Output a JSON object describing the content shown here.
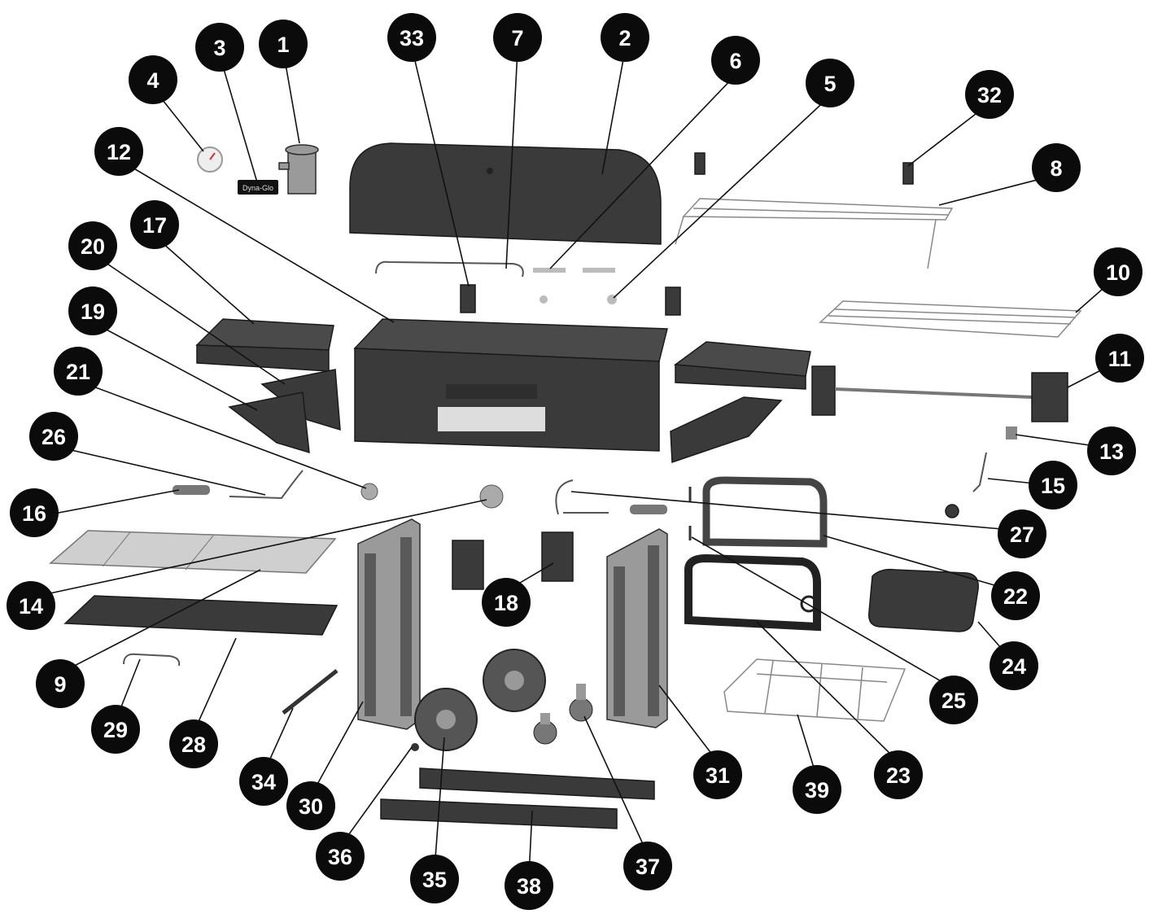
{
  "parts": [
    {
      "number": "1"
    },
    {
      "number": "2"
    },
    {
      "number": "3"
    },
    {
      "number": "4"
    },
    {
      "number": "5"
    },
    {
      "number": "6"
    },
    {
      "number": "7"
    },
    {
      "number": "8"
    },
    {
      "number": "9"
    },
    {
      "number": "10"
    },
    {
      "number": "11"
    },
    {
      "number": "12"
    },
    {
      "number": "13"
    },
    {
      "number": "14"
    },
    {
      "number": "15"
    },
    {
      "number": "16"
    },
    {
      "number": "17"
    },
    {
      "number": "18"
    },
    {
      "number": "19"
    },
    {
      "number": "20"
    },
    {
      "number": "21"
    },
    {
      "number": "22"
    },
    {
      "number": "23"
    },
    {
      "number": "24"
    },
    {
      "number": "25"
    },
    {
      "number": "26"
    },
    {
      "number": "27"
    },
    {
      "number": "28"
    },
    {
      "number": "29"
    },
    {
      "number": "30"
    },
    {
      "number": "31"
    },
    {
      "number": "32"
    },
    {
      "number": "33"
    },
    {
      "number": "34"
    },
    {
      "number": "35"
    },
    {
      "number": "36"
    },
    {
      "number": "37"
    },
    {
      "number": "38"
    },
    {
      "number": "39"
    }
  ],
  "logo_plate_text": "Dyna-Glo",
  "colors": {
    "callout": "#0b0b0b",
    "callout_text": "#ffffff",
    "part_dark": "#3a3a3a",
    "part_light": "#9a9a9a"
  }
}
